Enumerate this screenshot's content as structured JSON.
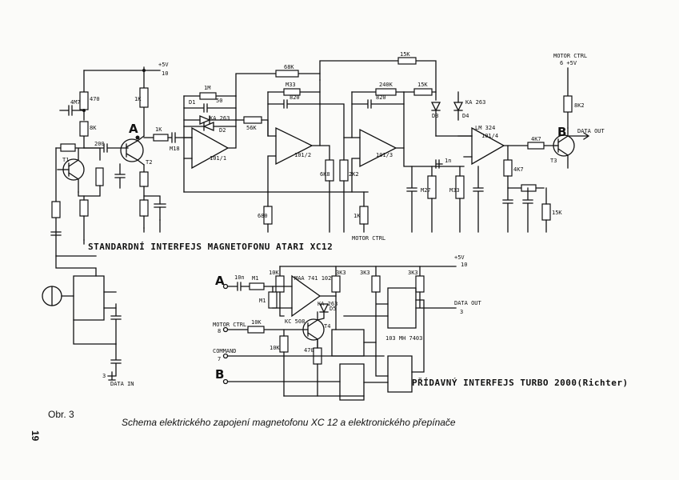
{
  "labels": {
    "std_title": "STANDARDNÍ INTERFEJS MAGNETOFONU ATARI XC12",
    "turbo_title": "PŘÍDAVNÝ INTERFEJS TURBO 2000(Richter)",
    "figure_num": "Obr. 3",
    "caption": "Schema elektrického zapojení magnetofonu XC 12 a elektronického přepínače",
    "page_number": "19",
    "node_a": "A",
    "node_b": "B",
    "top_supply": "+5V",
    "top_supply_pin": "10",
    "motor_ctrl_top": "MOTOR CTRL",
    "motor_ctrl_top2": "6  +5V",
    "data_out_top": "DATA OUT",
    "motor_ctrl_mid": "MOTOR CTRL",
    "mid_supply": "+5V",
    "mid_supply_pin": "10",
    "data_in": "DATA IN",
    "data_in_pin": "3",
    "data_out_bottom": "DATA OUT",
    "data_out_bottom_pin": "3",
    "motor_ctrl_bottom": "MOTOR CTRL",
    "motor_ctrl_bottom_pin": "8",
    "command": "COMMAND",
    "command_pin": "7",
    "lm324": "LM 324",
    "ic_101_1": "101/1",
    "ic_101_2": "101/2",
    "ic_101_3": "101/3",
    "ic_101_4": "101/4",
    "ic_102": "MAA 741\n102",
    "ic_103": "103\nMH 7403",
    "t1": "T1",
    "t2": "T2",
    "t3": "T3",
    "t4": "T4",
    "d1": "D1",
    "d2": "D2",
    "d3": "D3",
    "d4": "D4",
    "d5": "D5",
    "ka263": "KA 263",
    "kc508": "KC 508"
  },
  "components": {
    "r_68k": "68K",
    "r_15k_top": "15K",
    "r_240k": "240K",
    "r_15k_b": "15K",
    "r_m33": "M33",
    "r_1m": "1M",
    "r_470": "470",
    "c_4m7": "4M7",
    "r_1k": "1K",
    "c_50": "50",
    "c_820a": "820",
    "c_820b": "820",
    "r_56k": "56K",
    "r_8k": "8K",
    "c_200": "200",
    "r_1k_b": "1K",
    "c_m18": "M18",
    "r_6k8": "6K8",
    "r_2k2": "2K2",
    "r_680": "680",
    "r_1k_mc": "1K",
    "c_1n": "1n",
    "r_m27": "M27",
    "r_m33b": "M33",
    "r_4k7": "4K7",
    "r_4k7b": "4K7",
    "r_15k_c": "15K",
    "r_10k": "10K",
    "r_3k3a": "3K3",
    "r_3k3b": "3K3",
    "r_3k3c": "3K3",
    "c_10n": "10n",
    "r_m1": "M1",
    "r_m1b": "M1",
    "r_10k_b": "10K",
    "r_10k_c": "10K",
    "r_470_b": "470",
    "r_8k2": "8K2"
  }
}
